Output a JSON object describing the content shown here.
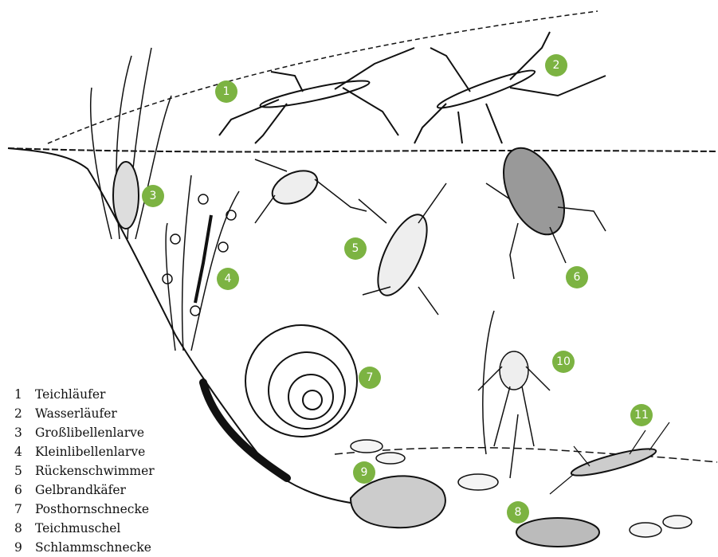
{
  "accent_color": "#7cb342",
  "markers": [
    "1",
    "2",
    "3",
    "4",
    "5",
    "6",
    "7",
    "8",
    "9",
    "10",
    "11"
  ],
  "legend": [
    {
      "num": "1",
      "label": "Teichläufer"
    },
    {
      "num": "2",
      "label": "Wasserläufer"
    },
    {
      "num": "3",
      "label": "Großlibellenlarve"
    },
    {
      "num": "4",
      "label": "Kleinlibellenlarve"
    },
    {
      "num": "5",
      "label": "Rückenschwimmer"
    },
    {
      "num": "6",
      "label": "Gelbrandkäfer"
    },
    {
      "num": "7",
      "label": "Posthornschnecke"
    },
    {
      "num": "8",
      "label": "Teichmuschel"
    },
    {
      "num": "9",
      "label": "Schlammschnecke"
    }
  ]
}
